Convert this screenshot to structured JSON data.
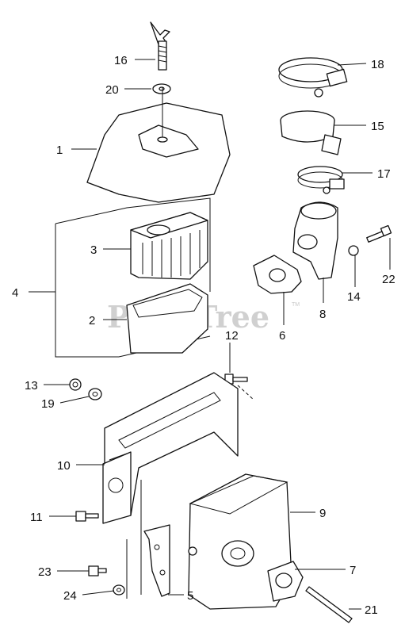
{
  "watermark": {
    "text": "PartsTree",
    "trademark": "TM"
  },
  "callouts": [
    "16",
    "20",
    "1",
    "18",
    "15",
    "17",
    "3",
    "4",
    "2",
    "22",
    "14",
    "8",
    "6",
    "12",
    "13",
    "19",
    "10",
    "9",
    "11",
    "7",
    "23",
    "24",
    "5",
    "21"
  ]
}
